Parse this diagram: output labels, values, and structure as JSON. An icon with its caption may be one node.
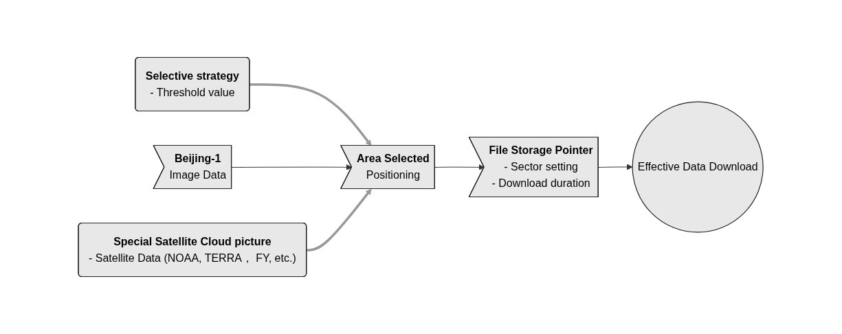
{
  "diagram": {
    "nodes": [
      {
        "text": [
          "Selective strategy",
          "- Threshold value"
        ]
      },
      {
        "text": [
          "Beijing-1",
          "Image Data"
        ]
      },
      {
        "text": [
          "Area Selected",
          "Positioning"
        ]
      },
      {
        "text": [
          "File Storage Pointer",
          "- Sector setting",
          "- Download duration"
        ]
      },
      {
        "text": [
          "Effective Data Download"
        ]
      },
      {
        "text": [
          "Special Satellite Cloud picture",
          "- Satellite Data (NOAA, TERRA， FY, etc.)"
        ]
      }
    ],
    "edges": [
      {
        "from": 0,
        "to": 2,
        "arrow": "to",
        "style": "thick",
        "color": "#999999"
      },
      {
        "from": 1,
        "to": 2,
        "arrow": "to"
      },
      {
        "from": 2,
        "to": 3,
        "arrow": "to"
      },
      {
        "from": 3,
        "to": 4,
        "arrow": "to"
      },
      {
        "from": 5,
        "to": 2,
        "arrow": "to",
        "style": "thick",
        "color": "#999999"
      }
    ]
  }
}
